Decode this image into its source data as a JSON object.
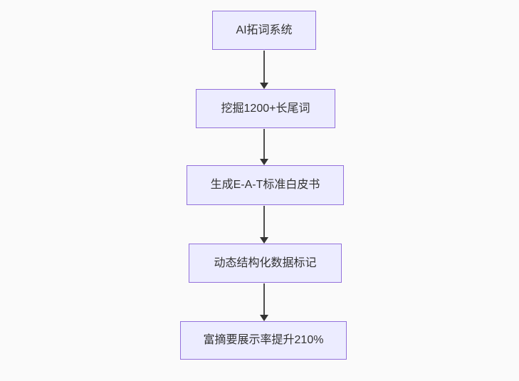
{
  "diagram": {
    "type": "flowchart",
    "direction": "top-down",
    "nodes": [
      {
        "label": "AI拓词系统"
      },
      {
        "label": "挖掘1200+长尾词"
      },
      {
        "label": "生成E-A-T标准白皮书"
      },
      {
        "label": "动态结构化数据标记"
      },
      {
        "label": "富摘要展示率提升210%"
      }
    ],
    "edges": [
      {
        "from": "AI拓词系统",
        "to": "挖掘1200+长尾词",
        "style": "arrow-down"
      },
      {
        "from": "挖掘1200+长尾词",
        "to": "生成E-A-T标准白皮书",
        "style": "arrow-down"
      },
      {
        "from": "生成E-A-T标准白皮书",
        "to": "动态结构化数据标记",
        "style": "arrow-down"
      },
      {
        "from": "动态结构化数据标记",
        "to": "富摘要展示率提升210%",
        "style": "arrow-down"
      }
    ],
    "colors": {
      "node_fill": "#ECECFF",
      "node_border": "#9370DB",
      "edge_line": "#4d4d4d",
      "arrowhead": "#333333",
      "text": "#333333",
      "background": "#fafafa"
    }
  }
}
